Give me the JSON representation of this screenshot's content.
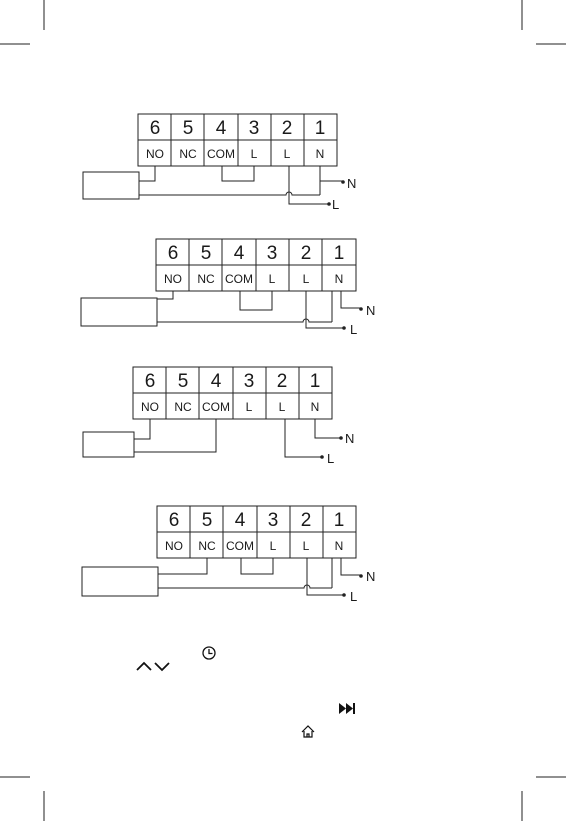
{
  "terminal_numbers": [
    "6",
    "5",
    "4",
    "3",
    "2",
    "1"
  ],
  "terminal_labels": [
    "NO",
    "NC",
    "COM",
    "L",
    "L",
    "N"
  ],
  "supply_labels": {
    "neutral": "N",
    "live": "L"
  },
  "diagrams": [
    {
      "id": "diagram-1"
    },
    {
      "id": "diagram-2"
    },
    {
      "id": "diagram-3"
    },
    {
      "id": "diagram-4"
    }
  ],
  "icons": [
    "clock-icon",
    "chevron-up-icon",
    "chevron-down-icon",
    "skip-forward-icon",
    "home-icon"
  ]
}
